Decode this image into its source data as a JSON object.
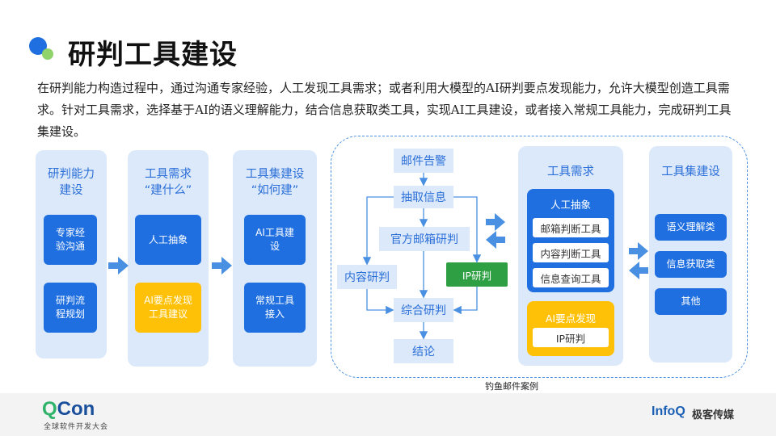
{
  "title": "研判工具建设",
  "paragraph": "在研判能力构造过程中，通过沟通专家经验，人工发现工具需求；或者利用大模型的AI研判要点发现能力，允许大模型创造工具需求。针对工具需求，选择基于AI的语义理解能力，结合信息获取类工具，实现AI工具建设，或者接入常规工具能力，完成研判工具集建设。",
  "columns": {
    "c1": {
      "title": "研判能力\n建设",
      "box1": "专家经\n验沟通",
      "box2": "研判流\n程规划"
    },
    "c2": {
      "title": "工具需求\n“建什么”",
      "box1": "人工抽象",
      "box2": "AI要点发现\n工具建议"
    },
    "c3": {
      "title": "工具集建设\n“如何建”",
      "box1": "AI工具建\n设",
      "box2": "常规工具\n接入"
    }
  },
  "flow": {
    "email_alert": "邮件告警",
    "extract": "抽取信息",
    "official": "官方邮箱研判",
    "content": "内容研判",
    "ip": "IP研判",
    "combined": "综合研判",
    "conclusion": "结论"
  },
  "needs": {
    "title": "工具需求",
    "manual_title": "人工抽象",
    "manual_items": [
      "邮箱判断工具",
      "内容判断工具",
      "信息查询工具"
    ],
    "ai_title": "AI要点发现",
    "ai_items": [
      "IP研判"
    ]
  },
  "toolset": {
    "title": "工具集建设",
    "items": [
      "语义理解类",
      "信息获取类",
      "其他"
    ]
  },
  "caption": "钓鱼邮件案例",
  "footer": {
    "qcon_q": "Q",
    "qcon_rest": "Con",
    "qcon_sub": "全球软件开发大会",
    "infoq": "InfoQ",
    "infoq_cn": "极客传媒"
  },
  "colors": {
    "blue": "#1f6fe0",
    "light_blue": "#dce9fa",
    "yellow": "#ffc107",
    "green": "#2ea043",
    "arrow": "#4a90e2"
  }
}
